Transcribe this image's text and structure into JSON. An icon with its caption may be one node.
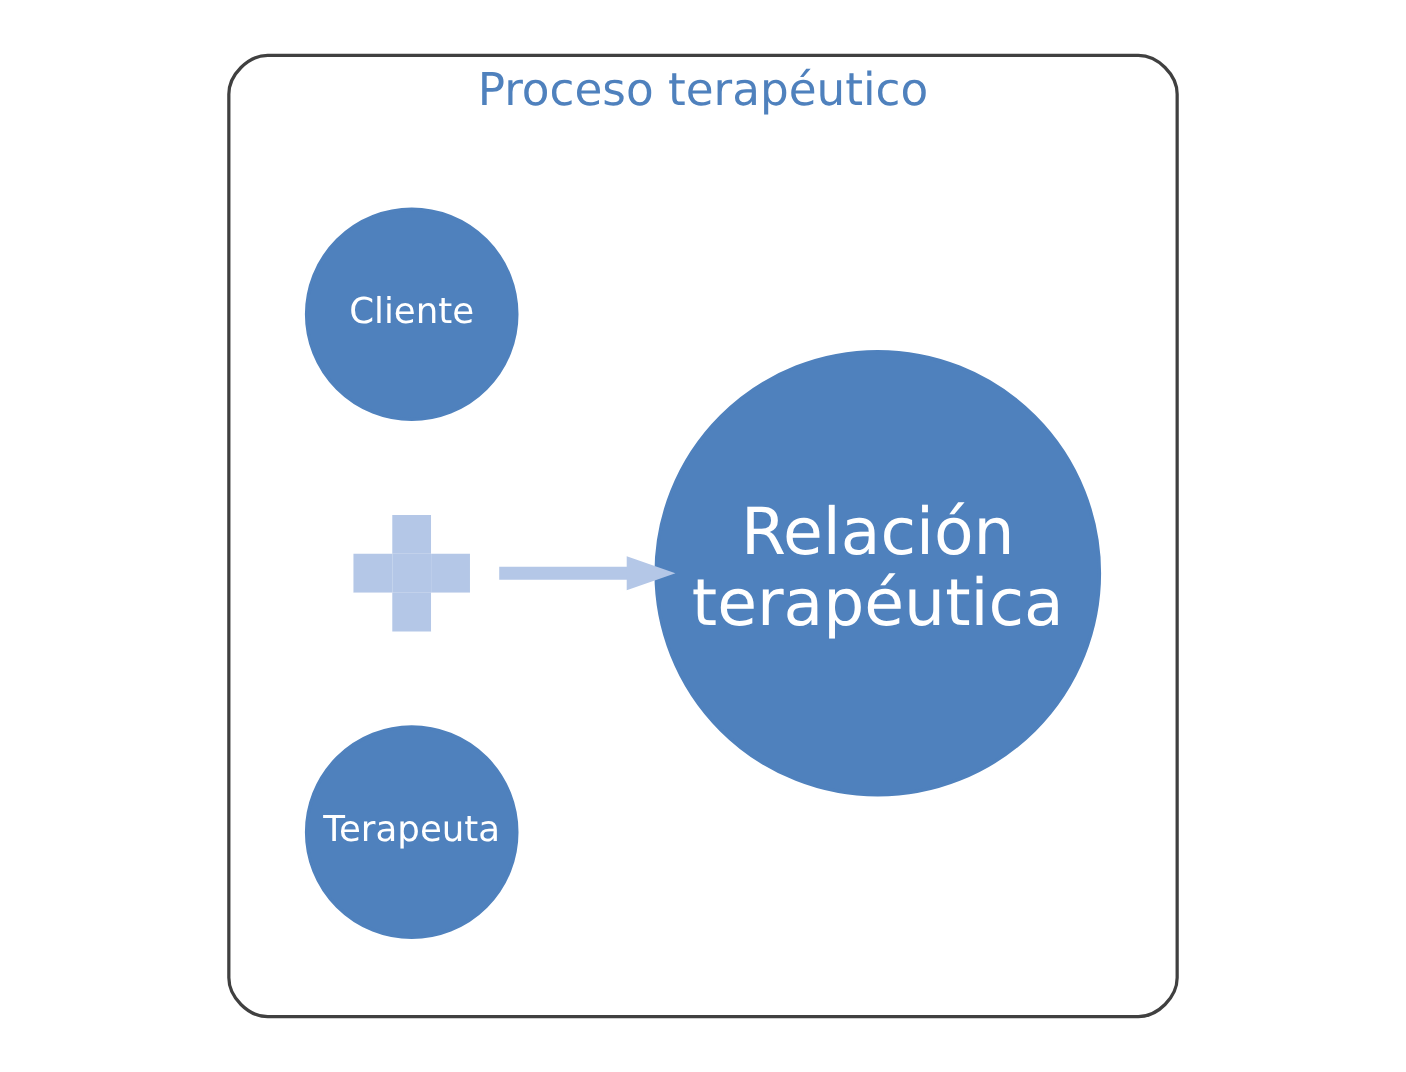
{
  "diagram": {
    "nodes": [
      {
        "text": [
          "Proceso terapéutico"
        ]
      },
      {
        "text": [
          "Cliente"
        ],
        "in": 0
      },
      {
        "text": [],
        "shape": "plus",
        "in": 0
      },
      {
        "text": [
          "Terapeuta"
        ],
        "in": 0
      },
      {
        "text": [
          "Relación terapéutica"
        ],
        "in": 0
      }
    ],
    "edges": [
      {
        "from": 2,
        "to": 4,
        "arrow": "to"
      }
    ]
  }
}
